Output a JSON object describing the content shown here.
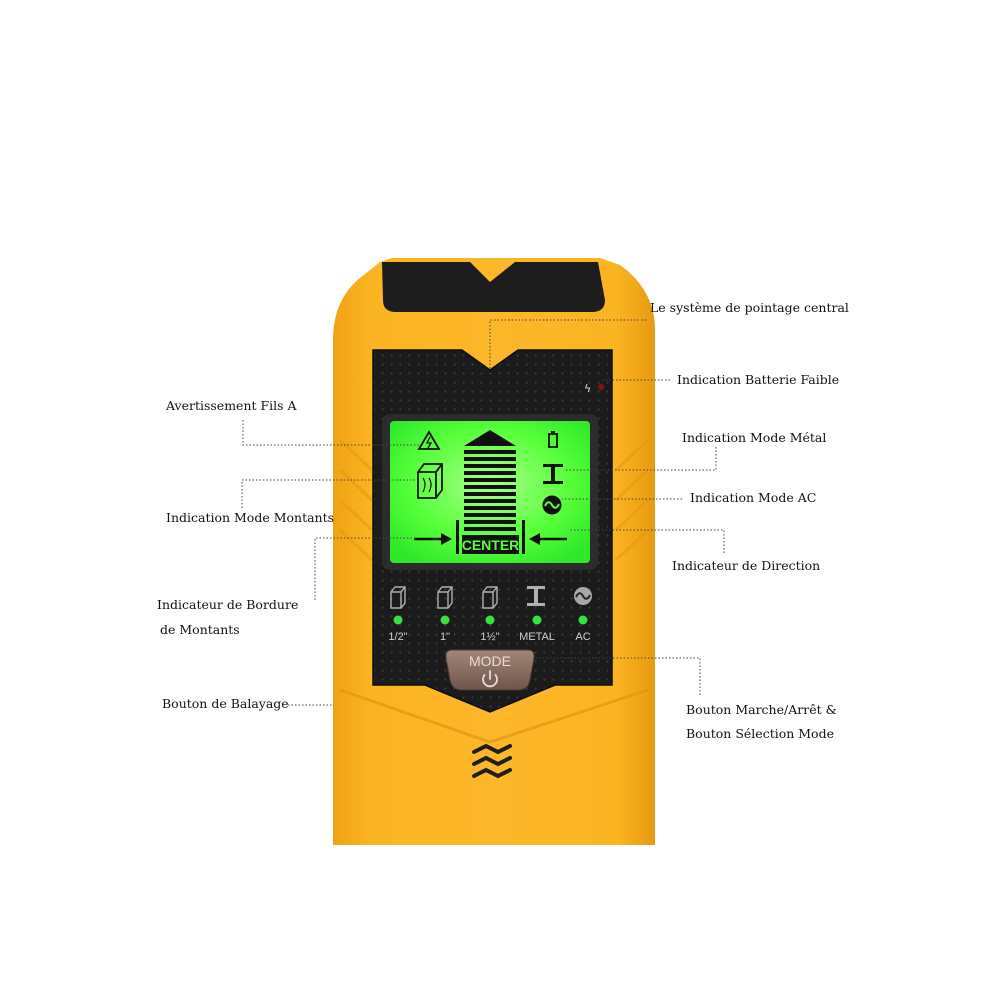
{
  "callouts": {
    "central_pointing": "Le système de pointage central",
    "low_battery": "Indication Batterie Faible",
    "wire_warning": "Avertissement Fils A",
    "metal_mode": "Indication Mode Métal",
    "ac_mode": "Indication Mode AC",
    "stud_mode": "Indication Mode Montants",
    "direction": "Indicateur de Direction",
    "stud_edge_line1": "Indicateur de Bordure",
    "stud_edge_line2": "de Montants",
    "scan_button": "Bouton de Balayage",
    "power_line1": "Bouton Marche/Arrêt &",
    "power_line2": "Bouton Sélection Mode"
  },
  "device": {
    "screen_text": "CENTER",
    "mode_button": "MODE",
    "modes": [
      "1/2\"",
      "1\"",
      "1½\"",
      "METAL",
      "AC"
    ]
  },
  "colors": {
    "body": "#f5a81c",
    "panel": "#1b1b1b",
    "lcd": "#3dff3d",
    "led": "#36e046",
    "mode_button": "#8a6f62"
  }
}
